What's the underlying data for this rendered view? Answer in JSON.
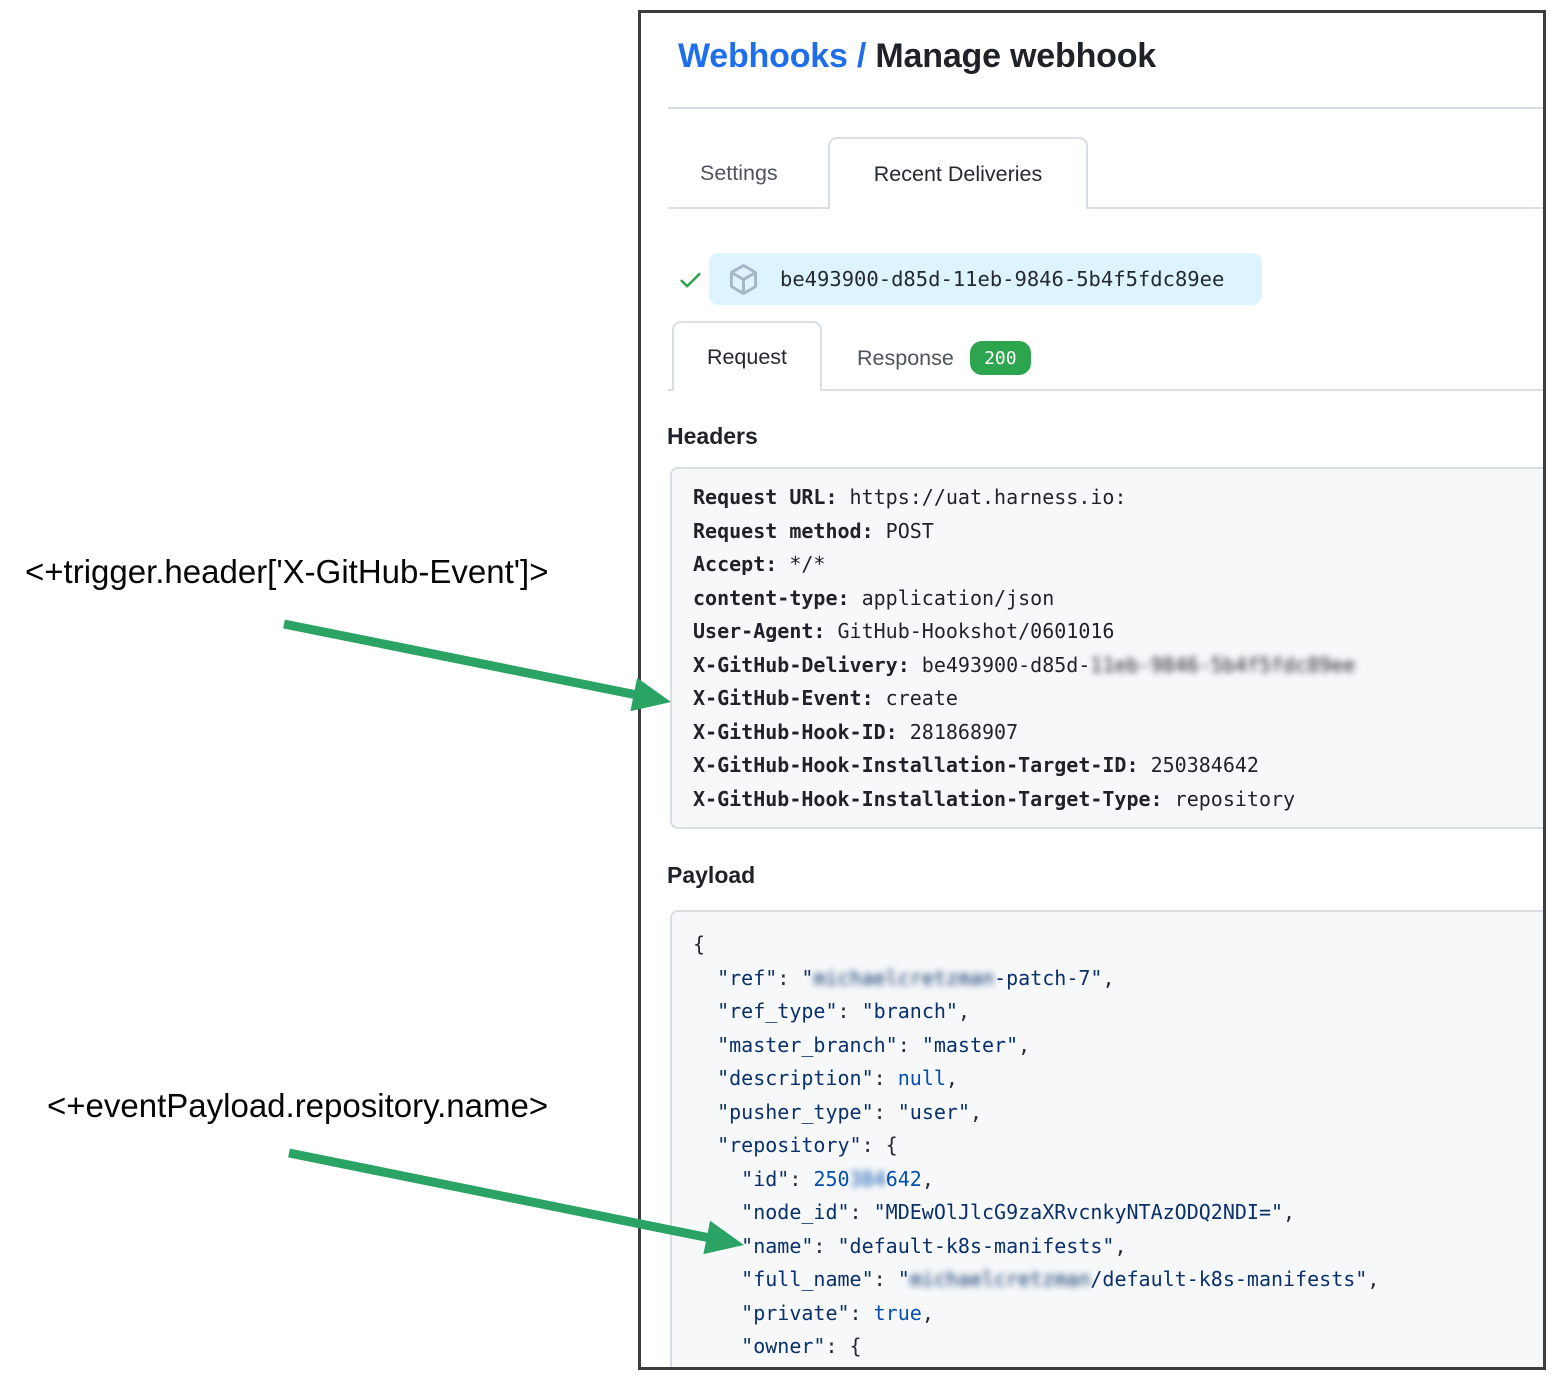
{
  "annotations": {
    "trigger_expression": "<+trigger.header['X-GitHub-Event']>",
    "payload_expression": "<+eventPayload.repository.name>"
  },
  "breadcrumb": {
    "link": "Webhooks / ",
    "current": "Manage webhook"
  },
  "main_tabs": {
    "settings": "Settings",
    "recent_deliveries": "Recent Deliveries"
  },
  "delivery": {
    "guid": "be493900-d85d-11eb-9846-5b4f5fdc89ee"
  },
  "sub_tabs": {
    "request": "Request",
    "response": "Response",
    "status_code": "200"
  },
  "colors": {
    "arrow_green": "#2aa365",
    "check_green": "#2da44e",
    "badge_green": "#2da44e",
    "link_blue": "#1f6feb",
    "pill_blue": "#ddf4ff",
    "code_bg": "#f6f8fa"
  },
  "headers_section": {
    "title": "Headers",
    "rows": [
      {
        "name": "Request URL:",
        "value": "https://uat.harness.io:"
      },
      {
        "name": "Request method:",
        "value": "POST"
      },
      {
        "name": "Accept:",
        "value": "*/*"
      },
      {
        "name": "content-type:",
        "value": "application/json"
      },
      {
        "name": "User-Agent:",
        "value": "GitHub-Hookshot/0601016"
      },
      {
        "name": "X-GitHub-Delivery:",
        "value": "be493900-d85d-",
        "redacted": "11eb-9846-5b4f5fdc89ee"
      },
      {
        "name": "X-GitHub-Event:",
        "value": "create"
      },
      {
        "name": "X-GitHub-Hook-ID:",
        "value": "281868907"
      },
      {
        "name": "X-GitHub-Hook-Installation-Target-ID:",
        "value": "250384642"
      },
      {
        "name": "X-GitHub-Hook-Installation-Target-Type:",
        "value": "repository"
      }
    ]
  },
  "payload_section": {
    "title": "Payload",
    "lines": [
      [
        {
          "t": "{",
          "c": "p"
        }
      ],
      [
        {
          "t": "  ",
          "c": "p"
        },
        {
          "t": "\"ref\"",
          "c": "s"
        },
        {
          "t": ": ",
          "c": "p"
        },
        {
          "t": "\"",
          "c": "s"
        },
        {
          "t": "michaelcretzman",
          "c": "s",
          "r": true
        },
        {
          "t": "-patch-7\"",
          "c": "s"
        },
        {
          "t": ",",
          "c": "p"
        }
      ],
      [
        {
          "t": "  ",
          "c": "p"
        },
        {
          "t": "\"ref_type\"",
          "c": "s"
        },
        {
          "t": ": ",
          "c": "p"
        },
        {
          "t": "\"branch\"",
          "c": "s"
        },
        {
          "t": ",",
          "c": "p"
        }
      ],
      [
        {
          "t": "  ",
          "c": "p"
        },
        {
          "t": "\"master_branch\"",
          "c": "s"
        },
        {
          "t": ": ",
          "c": "p"
        },
        {
          "t": "\"master\"",
          "c": "s"
        },
        {
          "t": ",",
          "c": "p"
        }
      ],
      [
        {
          "t": "  ",
          "c": "p"
        },
        {
          "t": "\"description\"",
          "c": "s"
        },
        {
          "t": ": ",
          "c": "p"
        },
        {
          "t": "null",
          "c": "n"
        },
        {
          "t": ",",
          "c": "p"
        }
      ],
      [
        {
          "t": "  ",
          "c": "p"
        },
        {
          "t": "\"pusher_type\"",
          "c": "s"
        },
        {
          "t": ": ",
          "c": "p"
        },
        {
          "t": "\"user\"",
          "c": "s"
        },
        {
          "t": ",",
          "c": "p"
        }
      ],
      [
        {
          "t": "  ",
          "c": "p"
        },
        {
          "t": "\"repository\"",
          "c": "s"
        },
        {
          "t": ": {",
          "c": "p"
        }
      ],
      [
        {
          "t": "    ",
          "c": "p"
        },
        {
          "t": "\"id\"",
          "c": "s"
        },
        {
          "t": ": ",
          "c": "p"
        },
        {
          "t": "250",
          "c": "n"
        },
        {
          "t": "384",
          "c": "n",
          "r": true
        },
        {
          "t": "642",
          "c": "n"
        },
        {
          "t": ",",
          "c": "p"
        }
      ],
      [
        {
          "t": "    ",
          "c": "p"
        },
        {
          "t": "\"node_id\"",
          "c": "s"
        },
        {
          "t": ": ",
          "c": "p"
        },
        {
          "t": "\"MDEwOlJlcG9zaXRvcnkyNTAzODQ2NDI=\"",
          "c": "s"
        },
        {
          "t": ",",
          "c": "p"
        }
      ],
      [
        {
          "t": "    ",
          "c": "p"
        },
        {
          "t": "\"name\"",
          "c": "s"
        },
        {
          "t": ": ",
          "c": "p"
        },
        {
          "t": "\"default-k8s-manifests\"",
          "c": "s"
        },
        {
          "t": ",",
          "c": "p"
        }
      ],
      [
        {
          "t": "    ",
          "c": "p"
        },
        {
          "t": "\"full_name\"",
          "c": "s"
        },
        {
          "t": ": ",
          "c": "p"
        },
        {
          "t": "\"",
          "c": "s"
        },
        {
          "t": "michaelcretzman",
          "c": "s",
          "r": true
        },
        {
          "t": "/default-k8s-manifests\"",
          "c": "s"
        },
        {
          "t": ",",
          "c": "p"
        }
      ],
      [
        {
          "t": "    ",
          "c": "p"
        },
        {
          "t": "\"private\"",
          "c": "s"
        },
        {
          "t": ": ",
          "c": "p"
        },
        {
          "t": "true",
          "c": "n"
        },
        {
          "t": ",",
          "c": "p"
        }
      ],
      [
        {
          "t": "    ",
          "c": "p"
        },
        {
          "t": "\"owner\"",
          "c": "s"
        },
        {
          "t": ": {",
          "c": "p"
        }
      ]
    ]
  }
}
